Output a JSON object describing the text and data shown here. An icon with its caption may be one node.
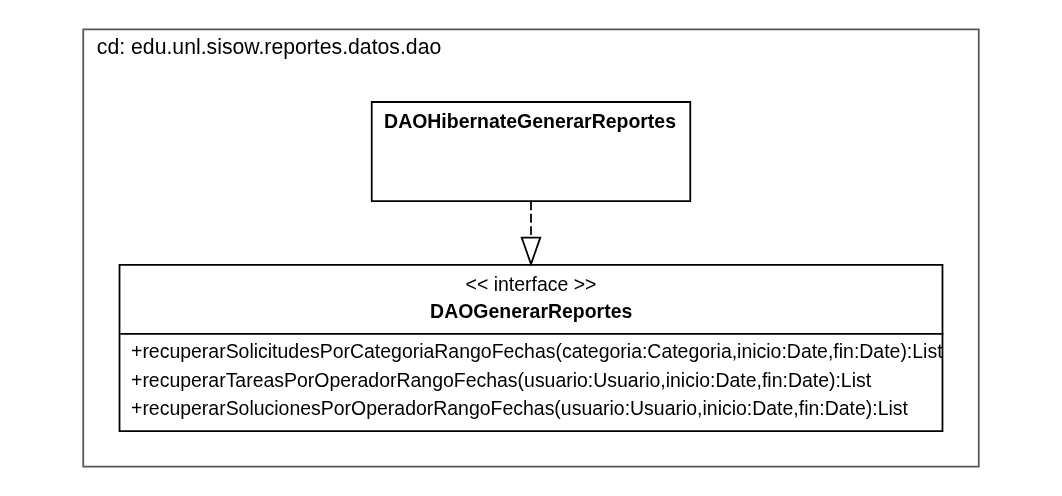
{
  "diagram": {
    "nodes": [
      {
        "text": [
          "cd: edu.unl.sisow.reportes.datos.dao"
        ]
      },
      {
        "text": [
          "DAOHibernateGenerarReportes"
        ],
        "in": 0
      },
      {
        "text": [
          "<< interface >>",
          "DAOGenerarReportes",
          "+recuperarSolicitudesPorCategoriaRangoFechas(categoria:Categoria,inicio:Date,fin:Date):List",
          "+recuperarTareasPorOperadorRangoFechas(usuario:Usuario,inicio:Date,fin:Date):List",
          "+recuperarSolucionesPorOperadorRangoFechas(usuario:Usuario,inicio:Date,fin:Date):List"
        ],
        "in": 0
      }
    ],
    "edges": [
      {
        "from": 1,
        "to": 2,
        "arrow": "to",
        "style": "dashed"
      }
    ]
  }
}
